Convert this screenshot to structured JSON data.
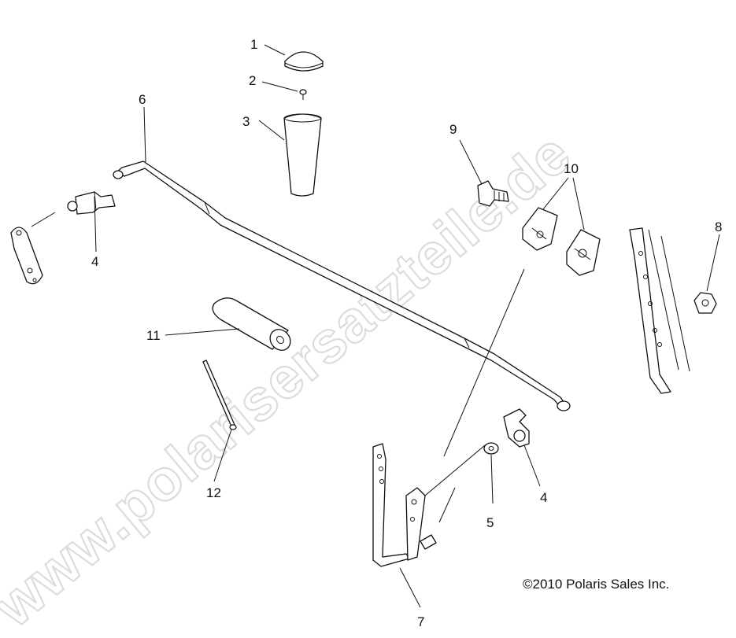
{
  "watermark": "www.polarisersatzteile.de",
  "copyright": "©2010 Polaris Sales Inc.",
  "callouts": [
    {
      "id": "1",
      "text": "1"
    },
    {
      "id": "2",
      "text": "2"
    },
    {
      "id": "3",
      "text": "3"
    },
    {
      "id": "6",
      "text": "6"
    },
    {
      "id": "4a",
      "text": "4"
    },
    {
      "id": "9",
      "text": "9"
    },
    {
      "id": "10",
      "text": "10"
    },
    {
      "id": "8",
      "text": "8"
    },
    {
      "id": "11",
      "text": "11"
    },
    {
      "id": "12",
      "text": "12"
    },
    {
      "id": "4b",
      "text": "4"
    },
    {
      "id": "5",
      "text": "5"
    },
    {
      "id": "7",
      "text": "7"
    }
  ]
}
